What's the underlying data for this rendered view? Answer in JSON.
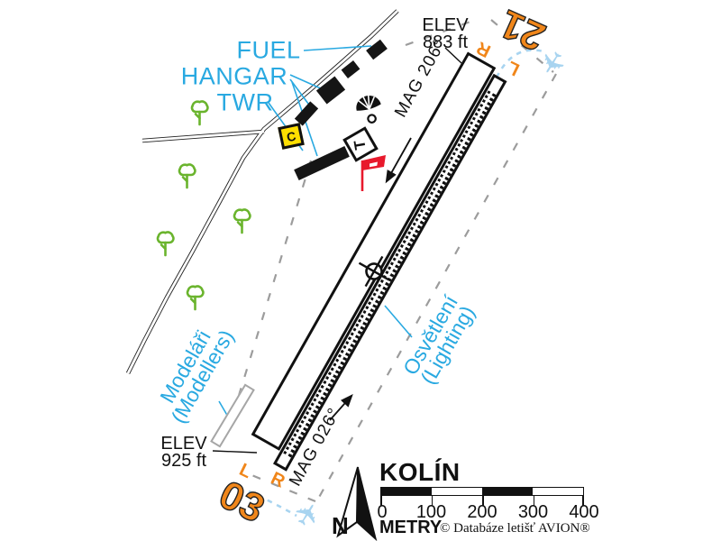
{
  "labels": {
    "fuel": "FUEL",
    "hangar": "HANGAR",
    "twr": "TWR",
    "elev_top": [
      "ELEV",
      "883 ft"
    ],
    "elev_bottom": [
      "ELEV",
      "925 ft"
    ],
    "mag_ne": "MAG 206°",
    "mag_sw": "MAG 026°",
    "lighting": [
      "Osvětlení",
      "(Lighting)"
    ],
    "modellers": [
      "Modeláři",
      "(Modellers)"
    ],
    "signal_square": "C",
    "landing_t": "T"
  },
  "runway": {
    "num_ne": "21",
    "num_sw": "03",
    "ne_letter_r": "R",
    "ne_letter_l": "L",
    "sw_letter_l": "L",
    "sw_letter_r": "R"
  },
  "compass": {
    "north": "N"
  },
  "titleblock": {
    "title": "KOLÍN",
    "ticks": [
      "0",
      "100",
      "200",
      "300",
      "400"
    ],
    "unit": "METRY",
    "copyright": "© Databáze letišť AVION®"
  },
  "icons": {
    "airplane": "✈"
  },
  "colors": {
    "cyan": "#29a9e1",
    "orange": "#f0861a",
    "green": "#6ab42d",
    "lightblue": "#a8d4f0",
    "red": "#e8192c",
    "yellow": "#ffdf00",
    "ink": "#111111",
    "boundary_gray": "#9c9c9c"
  }
}
